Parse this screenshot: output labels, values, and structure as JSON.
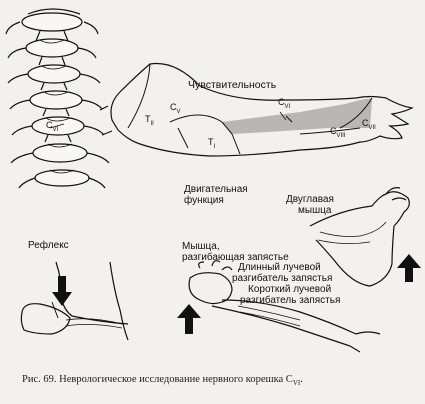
{
  "labels": {
    "sensitivity": "Чувствительность",
    "motor_function_line1": "Двигательная",
    "motor_function_line2": "функция",
    "reflex": "Рефлекс",
    "biceps_line1": "Двуглавая",
    "biceps_line2": "мышца",
    "wrist_extensor_line1": "Мышца,",
    "wrist_extensor_line2": "разгибающая запястье",
    "long_radial_line1": "Длинный лучевой",
    "long_radial_line2": "разгибатель запястья",
    "short_radial_line1": "Короткий лучевой",
    "short_radial_line2": "разгибатель запястья"
  },
  "dermatomes": {
    "spine_cvi": {
      "letter": "C",
      "sub": "VI"
    },
    "cv": {
      "letter": "C",
      "sub": "V"
    },
    "cvi": {
      "letter": "C",
      "sub": "VI"
    },
    "tii": {
      "letter": "T",
      "sub": "II"
    },
    "ti": {
      "letter": "T",
      "sub": "I"
    },
    "cvii": {
      "letter": "C",
      "sub": "VII"
    },
    "cviii": {
      "letter": "C",
      "sub": "VIII"
    }
  },
  "caption": {
    "text": "Рис. 69. Неврологическое исследование нервного корешка C",
    "sub": "VI",
    "end": "."
  }
}
